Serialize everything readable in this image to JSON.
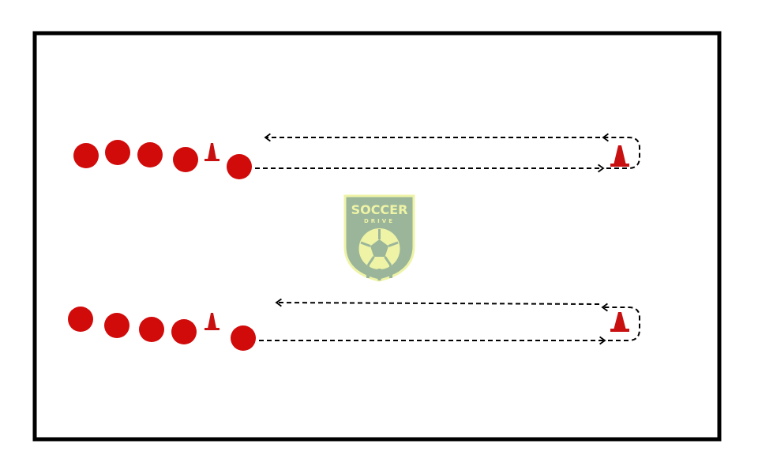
{
  "colors": {
    "background": "#ffffff",
    "border": "#000000",
    "player": "#d10a0a",
    "cone": "#c81010",
    "arrow": "#000000",
    "logo_fill": "#9ab59a",
    "logo_accent": "#eef3a6"
  },
  "logo": {
    "line1": "SOCCER",
    "line2": "DRIVE",
    "icon": "soccer-ball-shield-icon"
  },
  "drill": {
    "lanes": [
      {
        "id": "top",
        "waiting_players": 4,
        "start_cone": true,
        "active_player": true,
        "far_cone": true
      },
      {
        "id": "bottom",
        "waiting_players": 4,
        "start_cone": true,
        "active_player": true,
        "far_cone": true
      }
    ]
  }
}
